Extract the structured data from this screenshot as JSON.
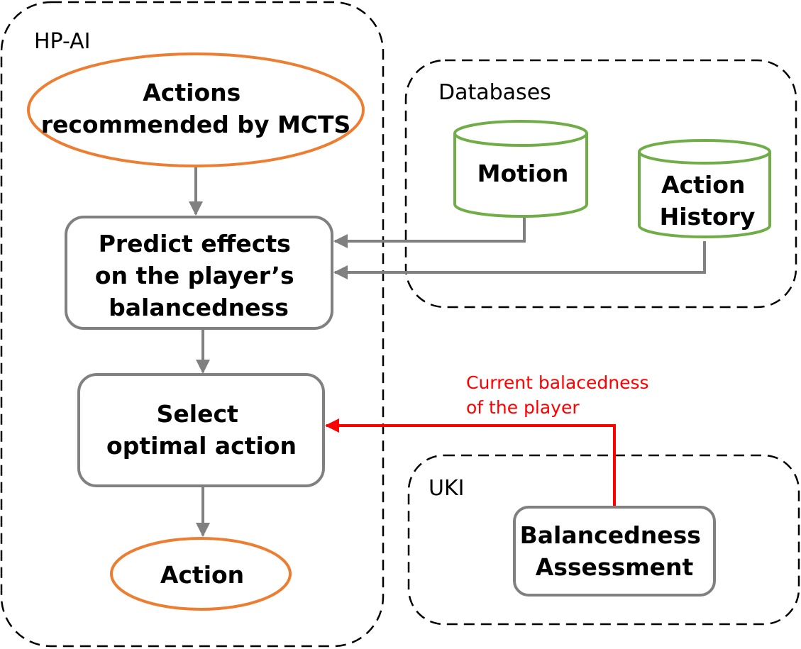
{
  "groups": {
    "hp_ai": "HP-AI",
    "databases": "Databases",
    "uki": "UKI"
  },
  "nodes": {
    "mcts": [
      "Actions",
      "recommended by MCTS"
    ],
    "predict": [
      "Predict effects",
      "on the player’s",
      "balancedness"
    ],
    "select": [
      "Select",
      "optimal action"
    ],
    "action": "Action",
    "motion_db": "Motion",
    "history_db": [
      "Action",
      "History"
    ],
    "assessment": [
      "Balancedness",
      "Assessment"
    ]
  },
  "edge_label": [
    "Current balacedness",
    "of the player"
  ],
  "colors": {
    "terminal": "#ED7D31",
    "database": "#70AD47",
    "process": "#808080",
    "flow": "#808080",
    "highlight": "#FF0000",
    "group_border": "#000000"
  }
}
